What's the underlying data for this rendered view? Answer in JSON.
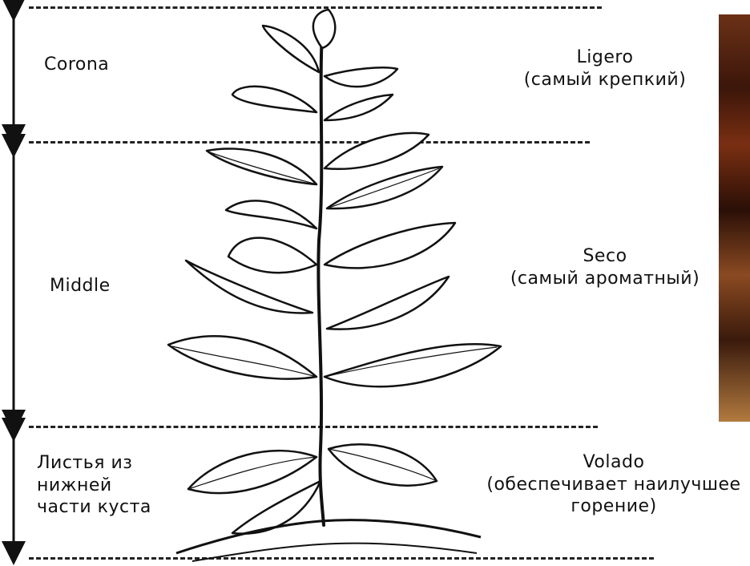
{
  "zones": [
    {
      "left_label": "Corona",
      "right_title": "Ligero",
      "right_desc": "(самый крепкий)"
    },
    {
      "left_label": "Middle",
      "right_title": "Seco",
      "right_desc": "(самый ароматный)"
    },
    {
      "left_label_lines": [
        "Листья из",
        "нижней",
        "части куста"
      ],
      "right_title": "Volado",
      "right_desc_lines": [
        "(обеспечивает наилучшее",
        "горение)"
      ]
    }
  ]
}
